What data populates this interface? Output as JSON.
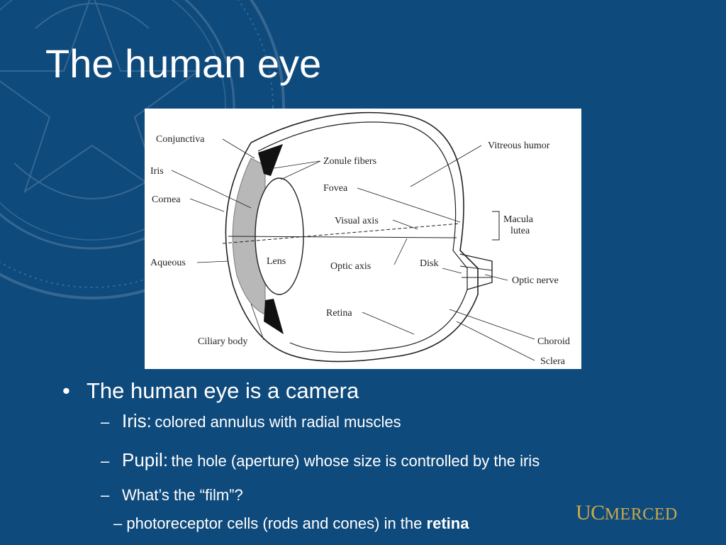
{
  "slide": {
    "title": "The human eye"
  },
  "diagram": {
    "labels": {
      "conjunctiva": "Conjunctiva",
      "iris": "Iris",
      "cornea": "Cornea",
      "aqueous": "Aqueous",
      "lens": "Lens",
      "ciliary_body": "Ciliary body",
      "zonule_fibers": "Zonule fibers",
      "fovea": "Fovea",
      "visual_axis": "Visual axis",
      "optic_axis": "Optic axis",
      "retina": "Retina",
      "vitreous_humor": "Vitreous humor",
      "macula": "Macula",
      "lutea": "lutea",
      "disk": "Disk",
      "optic_nerve": "Optic nerve",
      "choroid": "Choroid",
      "sclera": "Sclera"
    }
  },
  "bullets": {
    "main": {
      "marker": "•",
      "text": "The human eye is a camera"
    },
    "sub": [
      {
        "marker": "–",
        "term": "Iris:",
        "desc": "colored annulus with radial muscles"
      },
      {
        "marker": "–",
        "term": "Pupil:",
        "desc": "the hole (aperture) whose size is controlled by the iris"
      },
      {
        "marker": "–",
        "text": "What’s the “film”?"
      }
    ],
    "deep": {
      "marker": "–",
      "text": "photoreceptor cells (rods and cones) in the",
      "bold": "retina"
    }
  },
  "logo": {
    "uc": "UC",
    "merced": "MERCED"
  },
  "colors": {
    "background": "#0f4a7c",
    "text": "#ffffff",
    "logo_gold": "#c9a94a"
  }
}
